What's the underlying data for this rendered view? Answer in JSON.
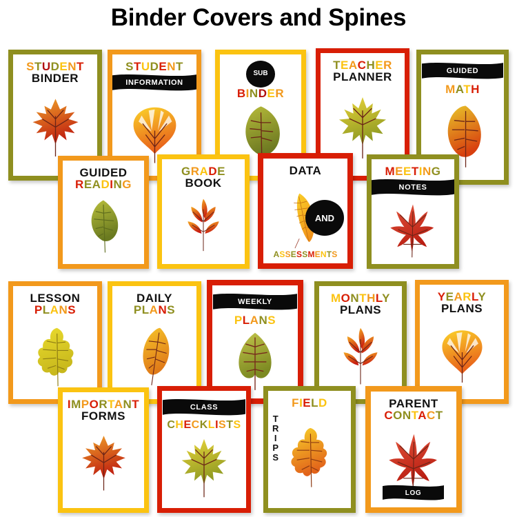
{
  "page": {
    "title": "Binder Covers and Spines",
    "background": "#ffffff"
  },
  "palette": {
    "olive": "#8f8f20",
    "orange": "#f2991c",
    "gold": "#fbc311",
    "red": "#d81e05",
    "black": "#0a0a0a",
    "dark_red": "#b01010",
    "amber": "#f0a020"
  },
  "cards": [
    {
      "id": "student-binder",
      "border": "#8f8f20",
      "line1": {
        "text": "STUDENT",
        "style": "colored",
        "letters": [
          {
            "c": "S",
            "color": "#f2991c"
          },
          {
            "c": "T",
            "color": "#8f8f20"
          },
          {
            "c": "U",
            "color": "#b01010"
          },
          {
            "c": "D",
            "color": "#8f8f20"
          },
          {
            "c": "E",
            "color": "#fbc311"
          },
          {
            "c": "N",
            "color": "#f2991c"
          },
          {
            "c": "T",
            "color": "#d81e05"
          }
        ]
      },
      "line2": {
        "text": "BINDER",
        "style": "black"
      },
      "leaf": "maple-orange"
    },
    {
      "id": "student-information",
      "border": "#f2991c",
      "line1": {
        "text": "STUDENT",
        "style": "colored",
        "letters": [
          {
            "c": "S",
            "color": "#8f8f20"
          },
          {
            "c": "T",
            "color": "#d81e05"
          },
          {
            "c": "U",
            "color": "#fbc311"
          },
          {
            "c": "D",
            "color": "#8f8f20"
          },
          {
            "c": "E",
            "color": "#d81e05"
          },
          {
            "c": "N",
            "color": "#f2991c"
          },
          {
            "c": "T",
            "color": "#8f8f20"
          }
        ]
      },
      "line2": {
        "text": "INFORMATION",
        "style": "banner"
      },
      "leaf": "ginkgo-gold"
    },
    {
      "id": "sub-binder",
      "border": "#fbc311",
      "line1": {
        "text": "SUB",
        "style": "badge"
      },
      "line2": {
        "text": "BINDER",
        "style": "colored",
        "letters": [
          {
            "c": "B",
            "color": "#d81e05"
          },
          {
            "c": "I",
            "color": "#f2991c"
          },
          {
            "c": "N",
            "color": "#8f8f20"
          },
          {
            "c": "D",
            "color": "#b01010"
          },
          {
            "c": "E",
            "color": "#fbc311"
          },
          {
            "c": "R",
            "color": "#f2991c"
          }
        ]
      },
      "leaf": "leaf-olive-simple"
    },
    {
      "id": "teacher-planner",
      "border": "#d81e05",
      "line1": {
        "text": "TEACHER",
        "style": "colored",
        "letters": [
          {
            "c": "T",
            "color": "#8f8f20"
          },
          {
            "c": "E",
            "color": "#fbc311"
          },
          {
            "c": "A",
            "color": "#f2991c"
          },
          {
            "c": "C",
            "color": "#d81e05"
          },
          {
            "c": "H",
            "color": "#8f8f20"
          },
          {
            "c": "E",
            "color": "#fbc311"
          },
          {
            "c": "R",
            "color": "#f2991c"
          }
        ]
      },
      "line2": {
        "text": "PLANNER",
        "style": "black"
      },
      "leaf": "maple-yellowgreen"
    },
    {
      "id": "guided-math",
      "border": "#8f8f20",
      "line1": {
        "text": "GUIDED",
        "style": "banner"
      },
      "line2": {
        "text": "MATH",
        "style": "colored",
        "letters": [
          {
            "c": "M",
            "color": "#f2991c"
          },
          {
            "c": "A",
            "color": "#8f8f20"
          },
          {
            "c": "T",
            "color": "#fbc311"
          },
          {
            "c": "H",
            "color": "#d81e05"
          }
        ]
      },
      "leaf": "leaf-orange-pointed"
    },
    {
      "id": "guided-reading",
      "border": "#f2991c",
      "line1": {
        "text": "GUIDED",
        "style": "black"
      },
      "line2": {
        "text": "READING",
        "style": "colored",
        "letters": [
          {
            "c": "R",
            "color": "#d81e05"
          },
          {
            "c": "E",
            "color": "#8f8f20"
          },
          {
            "c": "A",
            "color": "#8f8f20"
          },
          {
            "c": "D",
            "color": "#fbc311"
          },
          {
            "c": "I",
            "color": "#d81e05"
          },
          {
            "c": "N",
            "color": "#8f8f20"
          },
          {
            "c": "G",
            "color": "#f2991c"
          }
        ]
      },
      "leaf": "birch-green"
    },
    {
      "id": "grade-book",
      "border": "#fbc311",
      "line1": {
        "text": "GRADE",
        "style": "colored",
        "letters": [
          {
            "c": "G",
            "color": "#8f8f20"
          },
          {
            "c": "R",
            "color": "#f2991c"
          },
          {
            "c": "A",
            "color": "#fbc311"
          },
          {
            "c": "D",
            "color": "#d81e05"
          },
          {
            "c": "E",
            "color": "#8f8f20"
          }
        ]
      },
      "line2": {
        "text": "BOOK",
        "style": "black"
      },
      "leaf": "compound-red"
    },
    {
      "id": "data-and-assessments",
      "border": "#d81e05",
      "line1": {
        "text": "DATA",
        "style": "black"
      },
      "line2": {
        "text": "AND",
        "style": "badge-center"
      },
      "line3": {
        "text": "ASSESSMENTS",
        "style": "colored",
        "letters": [
          {
            "c": "A",
            "color": "#8f8f20"
          },
          {
            "c": "S",
            "color": "#fbc311"
          },
          {
            "c": "S",
            "color": "#f2991c"
          },
          {
            "c": "E",
            "color": "#8f8f20"
          },
          {
            "c": "S",
            "color": "#d81e05"
          },
          {
            "c": "S",
            "color": "#8f8f20"
          },
          {
            "c": "M",
            "color": "#d81e05"
          },
          {
            "c": "E",
            "color": "#f2991c"
          },
          {
            "c": "N",
            "color": "#fbc311"
          },
          {
            "c": "T",
            "color": "#8f8f20"
          },
          {
            "c": "S",
            "color": "#f2991c"
          }
        ]
      },
      "leaf": "feather-gold"
    },
    {
      "id": "meeting-notes",
      "border": "#8f8f20",
      "line1": {
        "text": "MEETING",
        "style": "colored",
        "letters": [
          {
            "c": "M",
            "color": "#d81e05"
          },
          {
            "c": "E",
            "color": "#f2991c"
          },
          {
            "c": "E",
            "color": "#fbc311"
          },
          {
            "c": "T",
            "color": "#d81e05"
          },
          {
            "c": "I",
            "color": "#fbc311"
          },
          {
            "c": "N",
            "color": "#f2991c"
          },
          {
            "c": "G",
            "color": "#8f8f20"
          }
        ]
      },
      "line2": {
        "text": "NOTES",
        "style": "banner"
      },
      "leaf": "maple-red-star"
    },
    {
      "id": "lesson-plans",
      "border": "#f2991c",
      "line1": {
        "text": "LESSON",
        "style": "black"
      },
      "line2": {
        "text": "PLANS",
        "style": "colored",
        "letters": [
          {
            "c": "P",
            "color": "#d81e05"
          },
          {
            "c": "L",
            "color": "#8f8f20"
          },
          {
            "c": "A",
            "color": "#fbc311"
          },
          {
            "c": "N",
            "color": "#f2991c"
          },
          {
            "c": "S",
            "color": "#d81e05"
          }
        ]
      },
      "leaf": "oak-yellow"
    },
    {
      "id": "daily-plans",
      "border": "#fbc311",
      "line1": {
        "text": "DAILY",
        "style": "black"
      },
      "line2": {
        "text": "PLANS",
        "style": "colored",
        "letters": [
          {
            "c": "P",
            "color": "#8f8f20"
          },
          {
            "c": "L",
            "color": "#8f8f20"
          },
          {
            "c": "A",
            "color": "#f2991c"
          },
          {
            "c": "N",
            "color": "#d81e05"
          },
          {
            "c": "S",
            "color": "#8f8f20"
          }
        ]
      },
      "leaf": "leaf-amber-long"
    },
    {
      "id": "weekly-plans",
      "border": "#d81e05",
      "line1": {
        "text": "WEEKLY",
        "style": "banner"
      },
      "line2": {
        "text": "PLANS",
        "style": "colored",
        "letters": [
          {
            "c": "P",
            "color": "#fbc311"
          },
          {
            "c": "L",
            "color": "#d81e05"
          },
          {
            "c": "A",
            "color": "#f2991c"
          },
          {
            "c": "N",
            "color": "#8f8f20"
          },
          {
            "c": "S",
            "color": "#fbc311"
          }
        ]
      },
      "leaf": "leaf-olive-heart"
    },
    {
      "id": "monthly-plans",
      "border": "#8f8f20",
      "line1": {
        "text": "MONTHLY",
        "style": "colored",
        "letters": [
          {
            "c": "M",
            "color": "#fbc311"
          },
          {
            "c": "O",
            "color": "#d81e05"
          },
          {
            "c": "N",
            "color": "#8f8f20"
          },
          {
            "c": "T",
            "color": "#fbc311"
          },
          {
            "c": "H",
            "color": "#f2991c"
          },
          {
            "c": "L",
            "color": "#d81e05"
          },
          {
            "c": "Y",
            "color": "#8f8f20"
          }
        ]
      },
      "line2": {
        "text": "PLANS",
        "style": "black"
      },
      "leaf": "compound-red"
    },
    {
      "id": "yearly-plans",
      "border": "#f2991c",
      "line1": {
        "text": "YEARLY",
        "style": "colored",
        "letters": [
          {
            "c": "Y",
            "color": "#d81e05"
          },
          {
            "c": "E",
            "color": "#8f8f20"
          },
          {
            "c": "A",
            "color": "#f2991c"
          },
          {
            "c": "R",
            "color": "#fbc311"
          },
          {
            "c": "L",
            "color": "#d81e05"
          },
          {
            "c": "Y",
            "color": "#8f8f20"
          }
        ]
      },
      "line2": {
        "text": "PLANS",
        "style": "black"
      },
      "leaf": "ginkgo-gold"
    },
    {
      "id": "important-forms",
      "border": "#fbc311",
      "line1": {
        "text": "IMPORTANT",
        "style": "colored",
        "letters": [
          {
            "c": "I",
            "color": "#d81e05"
          },
          {
            "c": "M",
            "color": "#8f8f20"
          },
          {
            "c": "P",
            "color": "#f2991c"
          },
          {
            "c": "O",
            "color": "#d81e05"
          },
          {
            "c": "R",
            "color": "#8f8f20"
          },
          {
            "c": "T",
            "color": "#fbc311"
          },
          {
            "c": "A",
            "color": "#f2991c"
          },
          {
            "c": "N",
            "color": "#8f8f20"
          },
          {
            "c": "T",
            "color": "#d81e05"
          }
        ]
      },
      "line2": {
        "text": "FORMS",
        "style": "black"
      },
      "leaf": "maple-orange"
    },
    {
      "id": "class-checklists",
      "border": "#d81e05",
      "line1": {
        "text": "CLASS",
        "style": "banner"
      },
      "line2": {
        "text": "CHECKLISTS",
        "style": "colored",
        "letters": [
          {
            "c": "C",
            "color": "#8f8f20"
          },
          {
            "c": "H",
            "color": "#fbc311"
          },
          {
            "c": "E",
            "color": "#d81e05"
          },
          {
            "c": "C",
            "color": "#f2991c"
          },
          {
            "c": "K",
            "color": "#8f8f20"
          },
          {
            "c": "L",
            "color": "#fbc311"
          },
          {
            "c": "I",
            "color": "#d81e05"
          },
          {
            "c": "S",
            "color": "#f2991c"
          },
          {
            "c": "T",
            "color": "#8f8f20"
          },
          {
            "c": "S",
            "color": "#fbc311"
          }
        ]
      },
      "leaf": "maple-yellowgreen"
    },
    {
      "id": "field-trips",
      "border": "#8f8f20",
      "line1": {
        "text": "FIELD",
        "style": "colored",
        "letters": [
          {
            "c": "F",
            "color": "#f2991c"
          },
          {
            "c": "I",
            "color": "#fbc311"
          },
          {
            "c": "E",
            "color": "#d81e05"
          },
          {
            "c": "L",
            "color": "#8f8f20"
          },
          {
            "c": "D",
            "color": "#fbc311"
          }
        ]
      },
      "line2": {
        "text": "TRIPS",
        "style": "vertical"
      },
      "leaf": "oak-orange"
    },
    {
      "id": "parent-contact-log",
      "border": "#f2991c",
      "line1": {
        "text": "PARENT",
        "style": "black"
      },
      "line2": {
        "text": "CONTACT",
        "style": "colored",
        "letters": [
          {
            "c": "C",
            "color": "#d81e05"
          },
          {
            "c": "O",
            "color": "#8f8f20"
          },
          {
            "c": "N",
            "color": "#8f8f20"
          },
          {
            "c": "T",
            "color": "#fbc311"
          },
          {
            "c": "A",
            "color": "#d81e05"
          },
          {
            "c": "C",
            "color": "#f2991c"
          },
          {
            "c": "T",
            "color": "#8f8f20"
          }
        ]
      },
      "line3": {
        "text": "LOG",
        "style": "banner-bottom"
      },
      "leaf": "maple-red-star"
    }
  ]
}
